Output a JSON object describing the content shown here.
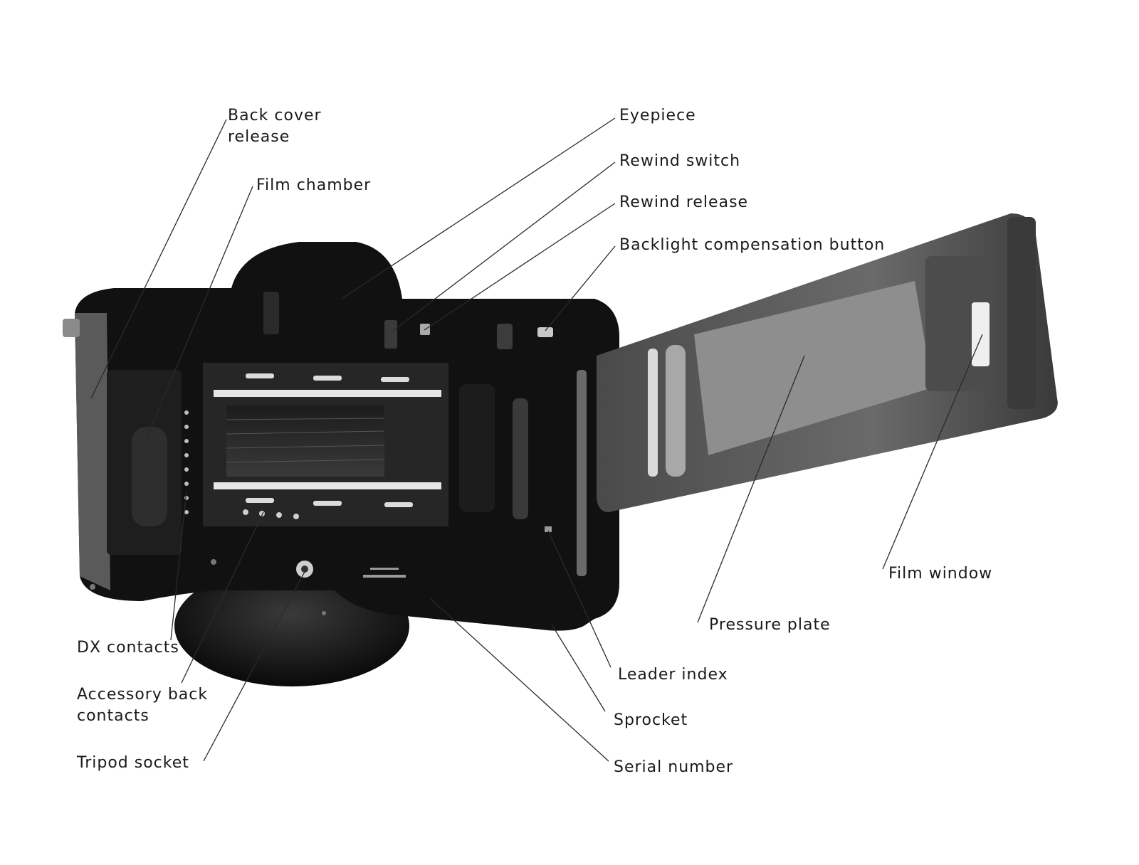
{
  "colors": {
    "body": "#111111",
    "metal": "#8f8f8f",
    "plate": "#6e6e6e",
    "leader": "#2a2a2a",
    "text": "#1a1a1a"
  },
  "labels": {
    "back_cover_release": [
      "Back cover",
      "release"
    ],
    "film_chamber": "Film chamber",
    "eyepiece": "Eyepiece",
    "rewind_switch": "Rewind switch",
    "rewind_release": "Rewind release",
    "backlight_button": "Backlight compensation button",
    "film_window": "Film window",
    "pressure_plate": "Pressure plate",
    "dx_contacts": "DX contacts",
    "accessory_back_contacts": [
      "Accessory back",
      "contacts"
    ],
    "tripod_socket": "Tripod socket",
    "leader_index": "Leader index",
    "sprocket": "Sprocket",
    "serial_number": "Serial number"
  }
}
